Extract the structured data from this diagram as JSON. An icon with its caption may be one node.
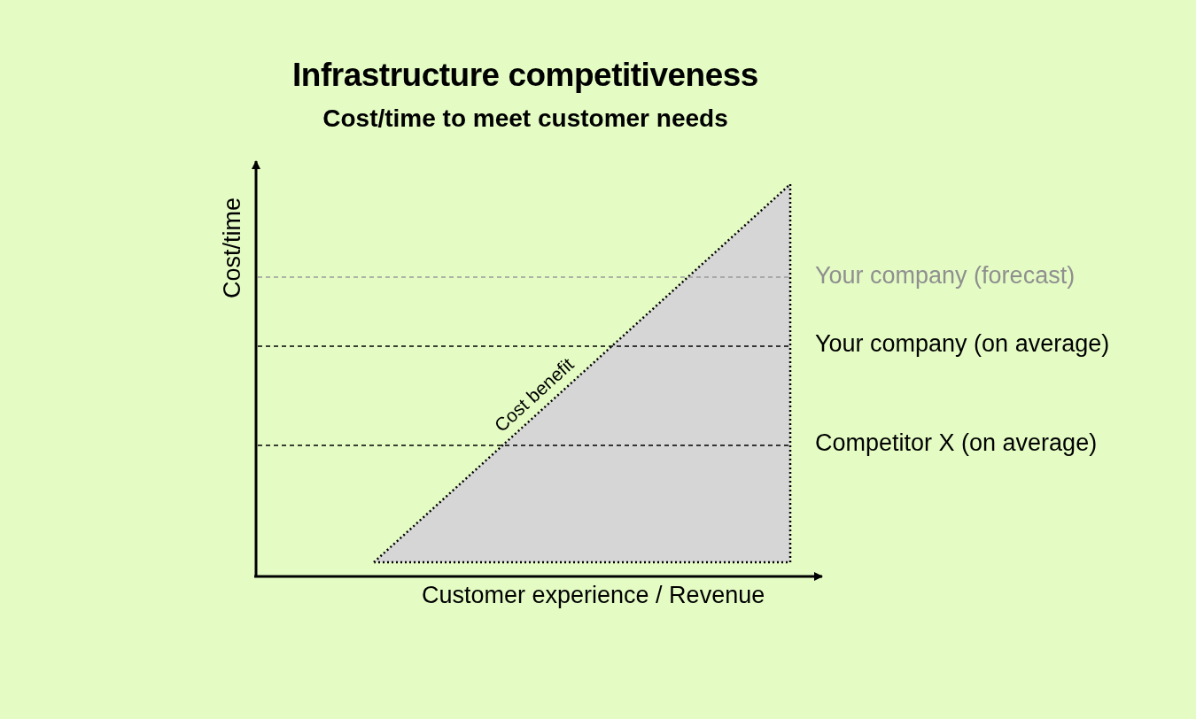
{
  "diagram": {
    "title": "Infrastructure competitiveness",
    "labels": [
      "Cost/time to meet customer needs",
      "Cost/time",
      "Your company (forecast)",
      "Your company (on average)",
      "Cost benefit",
      "Competitor X (on average)",
      "Customer experience / Revenue"
    ]
  }
}
